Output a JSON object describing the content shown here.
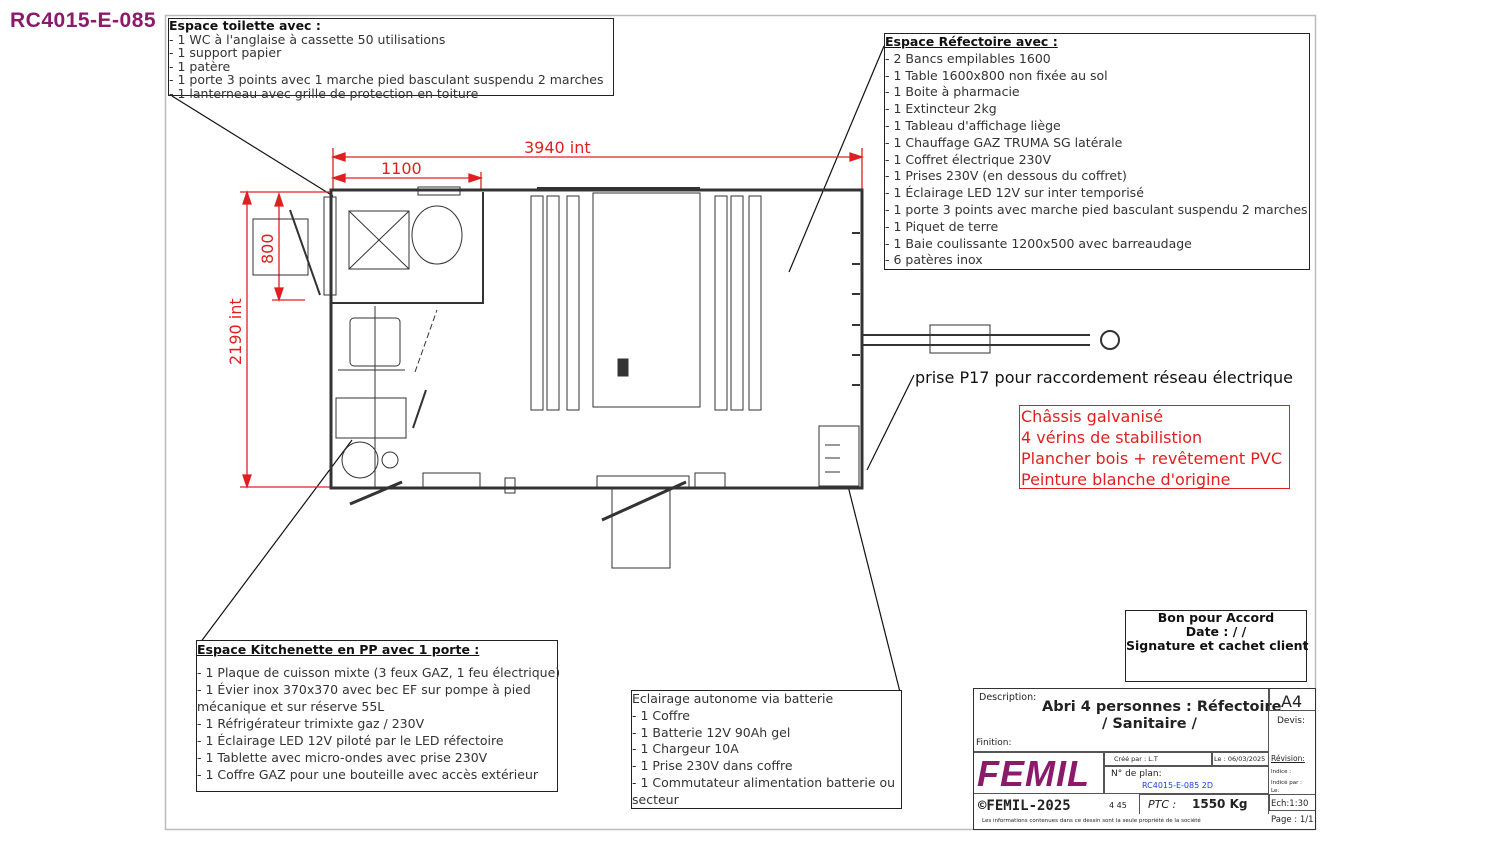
{
  "document_id": "RC4015-E-085",
  "dimensions": {
    "length_int": "3940 int",
    "toilet_width": "1100",
    "width_int": "2190 int",
    "door_step": "800"
  },
  "toilet_box": {
    "title": "Espace toilette avec :",
    "items": [
      "- 1 WC à l'anglaise à cassette 50 utilisations",
      "- 1 support papier",
      "- 1 patère",
      "- 1 porte 3 points avec 1 marche pied basculant suspendu 2 marches",
      "- 1 lanterneau avec grille de protection en toiture"
    ]
  },
  "refectoire_box": {
    "title": "Espace Réfectoire avec :",
    "items": [
      "- 2 Bancs empilables 1600",
      "- 1 Table 1600x800 non fixée au sol",
      "- 1 Boite à pharmacie",
      "- 1 Extincteur 2kg",
      "- 1 Tableau d'affichage liège",
      "- 1 Chauffage GAZ TRUMA SG latérale",
      "- 1 Coffret électrique 230V",
      "- 1 Prises 230V (en dessous du coffret)",
      "- 1 Éclairage LED 12V sur inter temporisé",
      "- 1 porte 3 points avec marche pied basculant suspendu 2 marches",
      "- 1 Piquet de terre",
      "- 1 Baie coulissante 1200x500 avec barreaudage",
      "- 6 patères inox"
    ]
  },
  "prise_label": "prise P17 pour raccordement réseau électrique",
  "red_box": {
    "items": [
      "Châssis galvanisé",
      "4 vérins de stabilistion",
      "Plancher bois + revêtement PVC",
      "Peinture blanche d'origine"
    ],
    "color": "#e02020"
  },
  "kitchen_box": {
    "title": "Espace Kitchenette en PP avec 1 porte :",
    "items": [
      "- 1 Plaque de cuisson mixte (3 feux GAZ, 1 feu électrique)",
      "- 1 Évier inox 370x370 avec bec EF sur pompe à pied",
      "mécanique et sur réserve 55L",
      "- 1 Réfrigérateur trimixte gaz / 230V",
      "- 1 Éclairage LED 12V piloté par le LED réfectoire",
      "- 1 Tablette avec micro-ondes  avec prise 230V",
      "- 1 Coffre GAZ pour une bouteille avec accès extérieur"
    ]
  },
  "battery_box": {
    "items": [
      "Eclairage autonome via batterie",
      "- 1 Coffre",
      "- 1 Batterie 12V 90Ah gel",
      "- 1 Chargeur 10A",
      "- 1 Prise 230V dans coffre",
      "- 1 Commutateur alimentation batterie ou",
      "secteur"
    ]
  },
  "accord_box": {
    "line1": "Bon pour Accord",
    "line2": "Date :   /   /",
    "line3": "Signature et cachet client"
  },
  "title_block": {
    "description_label": "Description:",
    "description_line1": "Abri 4 personnes : Réfectoire",
    "description_line2": "/ Sanitaire /",
    "format": "A4",
    "devis_label": "Devis:",
    "finition_label": "Finition:",
    "logo": "FEMIL",
    "created_by": "Créé par : L.T",
    "date": "Le : 06/03/2025",
    "revision_label": "Révision:",
    "plan_label": "N° de plan:",
    "plan_number": "RC4015-E-085 2D",
    "indice_label": "Indice :",
    "indice_par_label": "Indicé par :",
    "le_label": "Le:",
    "copyright": "©FEMIL-2025",
    "code": "4 45",
    "ptc_label": "PTC :",
    "ptc_value": "1550 Kg",
    "scale": "Ech:1:30",
    "page": "Page : 1/1",
    "disclaimer": "Les informations contenues dans ce dessin sont la seule propriété de la société"
  }
}
